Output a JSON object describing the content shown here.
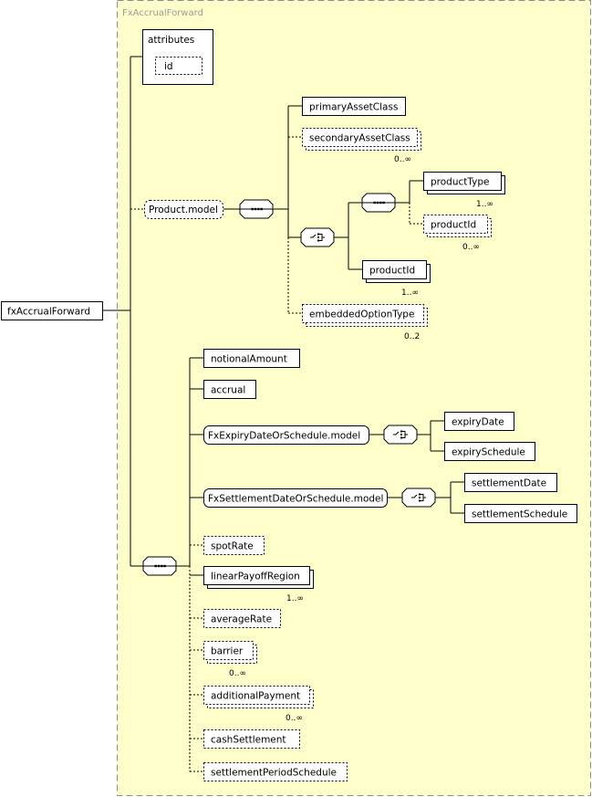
{
  "diagram": {
    "group_title": "FxAccrualForward",
    "root": "fxAccrualForward",
    "attributes": {
      "label": "attributes",
      "id": "id"
    },
    "product_model": {
      "label": "Product.model",
      "primary_asset_class": "primaryAssetClass",
      "secondary_asset_class": "secondaryAssetClass",
      "secondary_asset_class_card": "0..∞",
      "product_type": "productType",
      "product_type_card": "1..∞",
      "product_id_inner": "productId",
      "product_id_inner_card": "0..∞",
      "product_id": "productId",
      "product_id_card": "1..∞",
      "embedded_option_type": "embeddedOptionType",
      "embedded_option_type_card": "0..2"
    },
    "notional_amount": "notionalAmount",
    "accrual": "accrual",
    "expiry_model": {
      "label": "FxExpiryDateOrSchedule.model",
      "expiry_date": "expiryDate",
      "expiry_schedule": "expirySchedule"
    },
    "settlement_model": {
      "label": "FxSettlementDateOrSchedule.model",
      "settlement_date": "settlementDate",
      "settlement_schedule": "settlementSchedule"
    },
    "spot_rate": "spotRate",
    "linear_payoff_region": "linearPayoffRegion",
    "linear_payoff_region_card": "1..∞",
    "average_rate": "averageRate",
    "barrier": "barrier",
    "barrier_card": "0..∞",
    "additional_payment": "additionalPayment",
    "additional_payment_card": "0..∞",
    "cash_settlement": "cashSettlement",
    "settlement_period_schedule": "settlementPeriodSchedule",
    "colors": {
      "group_fill": "#ffffcc",
      "group_border": "#8c8c8c",
      "box_fill": "#ffffff",
      "line": "#000000"
    },
    "icons": {
      "sequence": "sequence-compositor-icon",
      "choice": "choice-compositor-icon"
    }
  }
}
